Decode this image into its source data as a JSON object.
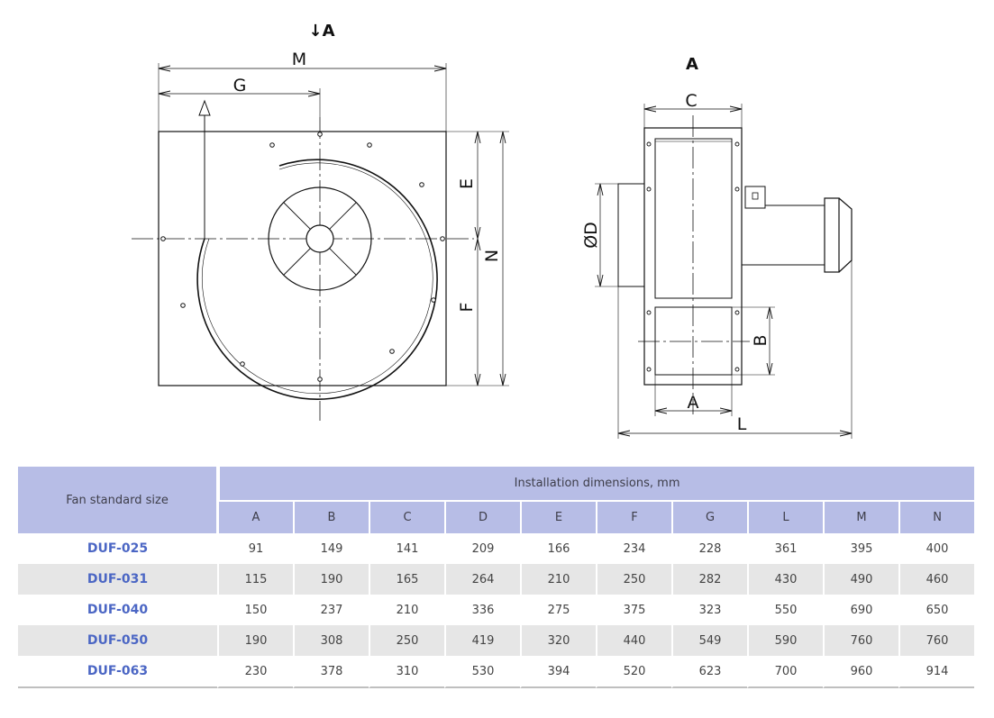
{
  "drawing": {
    "front_view_arrow_label": "↓A",
    "side_view_title": "A",
    "front_dims": [
      "M",
      "G",
      "E",
      "F",
      "N"
    ],
    "side_dims": [
      "C",
      "ØD",
      "B",
      "A",
      "L"
    ]
  },
  "table": {
    "size_header": "Fan standard size",
    "group_header": "Installation dimensions, mm",
    "columns": [
      "A",
      "B",
      "C",
      "D",
      "E",
      "F",
      "G",
      "L",
      "M",
      "N"
    ],
    "rows": [
      {
        "name": "DUF-025",
        "values": [
          "91",
          "149",
          "141",
          "209",
          "166",
          "234",
          "228",
          "361",
          "395",
          "400"
        ]
      },
      {
        "name": "DUF-031",
        "values": [
          "115",
          "190",
          "165",
          "264",
          "210",
          "250",
          "282",
          "430",
          "490",
          "460"
        ]
      },
      {
        "name": "DUF-040",
        "values": [
          "150",
          "237",
          "210",
          "336",
          "275",
          "375",
          "323",
          "550",
          "690",
          "650"
        ]
      },
      {
        "name": "DUF-050",
        "values": [
          "190",
          "308",
          "250",
          "419",
          "320",
          "440",
          "549",
          "590",
          "760",
          "760"
        ]
      },
      {
        "name": "DUF-063",
        "values": [
          "230",
          "378",
          "310",
          "530",
          "394",
          "520",
          "623",
          "700",
          "960",
          "914"
        ]
      }
    ]
  },
  "colors": {
    "header_bg": "#b7bde6",
    "size_name": "#4b66c4",
    "alt_row": "#e6e6e6"
  }
}
